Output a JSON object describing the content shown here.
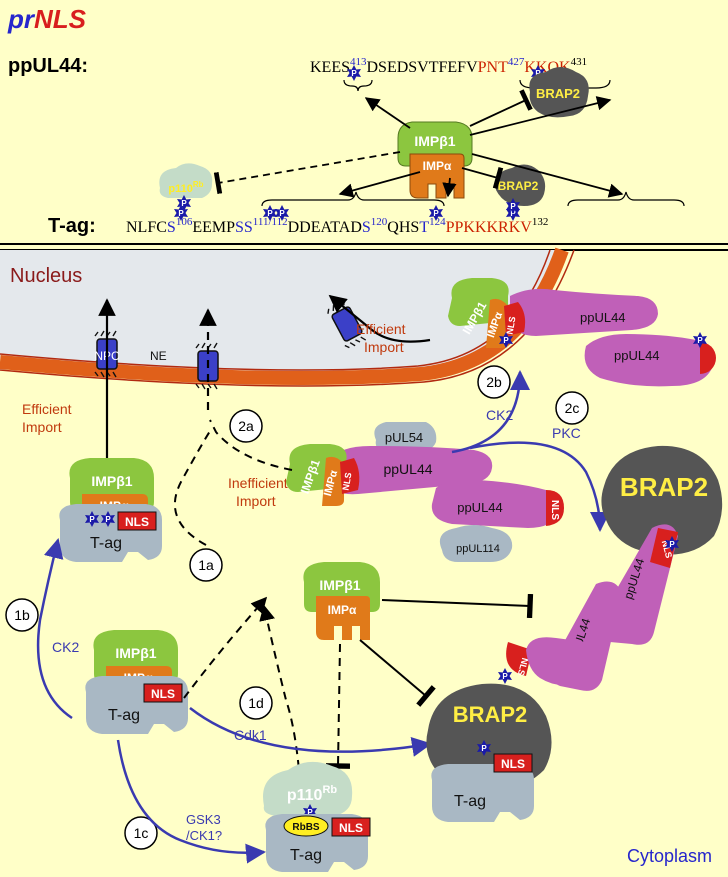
{
  "title": {
    "pr": "pr",
    "nls": "NLS"
  },
  "ppul44_label": "ppUL44:",
  "tag_label": "T-ag:",
  "ppul44_seq": {
    "a": "KEES",
    "b": "413",
    "c": "DSEDSVTFEFV",
    "d": "PNT",
    "e": "427",
    "f": "KKQK",
    "g": "431"
  },
  "tag_seq": {
    "a": "NLFC",
    "b": "S",
    "c": "106",
    "d": "EEMP",
    "e": "SS",
    "f": "111/112",
    "g": "DDEATAD",
    "h": "S",
    "i": "120",
    "j": "QHS",
    "k": "T",
    "l": "124",
    "m": "PPKKKRKV",
    "n": "132"
  },
  "labels": {
    "impb1": "IMPβ1",
    "impa": "IMPα",
    "brap2": "BRAP2",
    "p110": "p110",
    "rb": "Rb",
    "nucleus": "Nucleus",
    "cytoplasm": "Cytoplasm",
    "npc": "NPC",
    "ne": "NE",
    "nls": "NLS",
    "tag": "T-ag",
    "ppul44": "ppUL44",
    "pul54": "pUL54",
    "ppul114": "ppUL114",
    "rbbs": "RbBS",
    "p": "P",
    "efficient": "Efficient",
    "import": "Import",
    "inefficient": "Inefficient",
    "q": "?"
  },
  "steps": {
    "s1a": "1a",
    "s1b": "1b",
    "s1c": "1c",
    "s1d": "1d",
    "s2a": "2a",
    "s2b": "2b",
    "s2c": "2c"
  },
  "kinases": {
    "ck2": "CK2",
    "cdk1": "Cdk1",
    "gsk3": "GSK3",
    "ck1": "/CK1?",
    "pkc": "PKC"
  },
  "colors": {
    "background": "#ffffc8",
    "nucleoplasm": "#e4e8ec",
    "envelope": "#e0601a",
    "impb1": "#8cc63f",
    "impa": "#e07a1a",
    "ppul44": "#c060b8",
    "brap2": "#555555",
    "tag": "#a9b8c4",
    "p110": "#c4dcc8",
    "nls": "#d8201e",
    "phospho": "#1a1aa8",
    "arrow_blue": "#3a3ab0",
    "residue_blue": "#2424cc",
    "residue_red": "#cc2200"
  }
}
